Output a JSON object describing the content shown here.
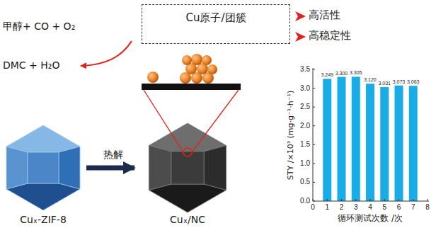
{
  "diagram": {
    "nodes": [
      {
        "text": [
          "Cu原子/团簇"
        ]
      },
      {
        "text": [
          "Cuₓ-ZIF-8"
        ]
      },
      {
        "text": [
          "Cuₓ/NC"
        ]
      }
    ],
    "edges": [
      {
        "from": 1,
        "to": 2,
        "label": "热解",
        "arrow": "to"
      }
    ],
    "labels": [
      "甲醇+ CO + O₂",
      "DMC + H₂O",
      "高活性",
      "高稳定性",
      "3.249",
      "3.300",
      "3.305",
      "3.120",
      "3.031",
      "3.073",
      "3.063",
      "0.0",
      "0.5",
      "1.0",
      "1.5",
      "2.0",
      "2.5",
      "3.0",
      "3.5",
      "0",
      "1",
      "2",
      "3",
      "4",
      "5",
      "6",
      "7",
      "8",
      "STY /×10³ (mg·g⁻¹·h⁻¹)",
      "循环测试次数 /次"
    ]
  }
}
